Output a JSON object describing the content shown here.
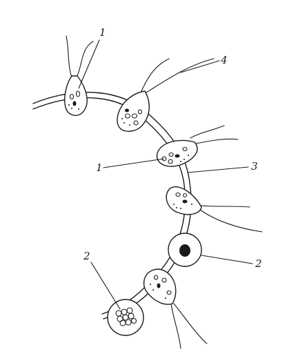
{
  "labels": {
    "l1_top": "1",
    "l4": "4",
    "l1_mid": "1",
    "l3": "3",
    "l2_left": "2",
    "l2_right": "2"
  },
  "colors": {
    "ink": "#1a1a1a",
    "paper": "#ffffff"
  }
}
